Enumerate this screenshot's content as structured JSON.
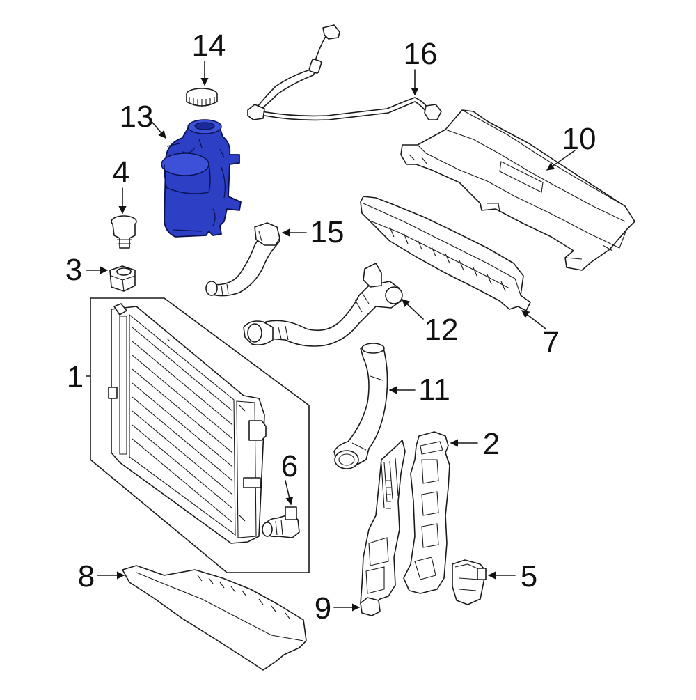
{
  "diagram": {
    "highlight_color": "#2d3fc4",
    "line_color": "#1a1a1a",
    "background": "#ffffff",
    "highlighted_part": "13",
    "callouts": [
      {
        "id": "c1",
        "label": "1"
      },
      {
        "id": "c2",
        "label": "2"
      },
      {
        "id": "c3",
        "label": "3"
      },
      {
        "id": "c4",
        "label": "4"
      },
      {
        "id": "c5",
        "label": "5"
      },
      {
        "id": "c6",
        "label": "6"
      },
      {
        "id": "c7",
        "label": "7"
      },
      {
        "id": "c8",
        "label": "8"
      },
      {
        "id": "c9",
        "label": "9"
      },
      {
        "id": "c10",
        "label": "10"
      },
      {
        "id": "c11",
        "label": "11"
      },
      {
        "id": "c12",
        "label": "12"
      },
      {
        "id": "c13",
        "label": "13"
      },
      {
        "id": "c14",
        "label": "14"
      },
      {
        "id": "c15",
        "label": "15"
      },
      {
        "id": "c16",
        "label": "16"
      }
    ]
  }
}
